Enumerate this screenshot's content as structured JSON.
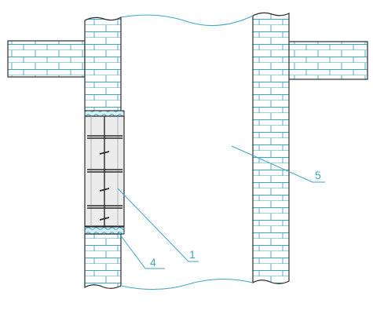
{
  "callouts": [
    {
      "id": "1",
      "label": "1"
    },
    {
      "id": "4",
      "label": "4"
    },
    {
      "id": "5",
      "label": "5"
    }
  ],
  "colors": {
    "line": "#2a2a2a",
    "brick": "#3aa6c8",
    "callout": "#3aa6c8",
    "panel_fill": "#ececec",
    "mortar_fill": "#bfe3f2"
  }
}
